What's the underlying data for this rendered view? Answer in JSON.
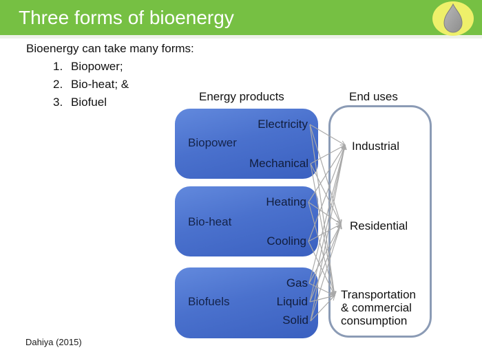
{
  "slide": {
    "title": "Three forms of bioenergy",
    "intro": "Bioenergy can take many forms:",
    "list": [
      {
        "num": "1.",
        "text": "Biopower;"
      },
      {
        "num": "2.",
        "text": "Bio-heat; &"
      },
      {
        "num": "3.",
        "text": "Biofuel"
      }
    ],
    "footer": "Dahiya (2015)"
  },
  "diagram": {
    "left_column_header": "Energy products",
    "right_column_header": "End uses",
    "products": [
      {
        "name": "Biopower",
        "outputs": [
          "Electricity",
          "Mechanical"
        ]
      },
      {
        "name": "Bio-heat",
        "outputs": [
          "Heating",
          "Cooling"
        ]
      },
      {
        "name": "Biofuels",
        "outputs": [
          "Gas",
          "Liquid",
          "Solid"
        ]
      }
    ],
    "end_uses": [
      {
        "id": "industrial",
        "label": "Industrial"
      },
      {
        "id": "residential",
        "label": "Residential"
      },
      {
        "id": "transport",
        "label": "Transportation & commercial consumption"
      }
    ],
    "connections": [
      [
        "electricity",
        "industrial"
      ],
      [
        "electricity",
        "residential"
      ],
      [
        "electricity",
        "transport"
      ],
      [
        "mechanical",
        "industrial"
      ],
      [
        "mechanical",
        "residential"
      ],
      [
        "mechanical",
        "transport"
      ],
      [
        "heating",
        "industrial"
      ],
      [
        "heating",
        "residential"
      ],
      [
        "heating",
        "transport"
      ],
      [
        "cooling",
        "industrial"
      ],
      [
        "cooling",
        "residential"
      ],
      [
        "cooling",
        "transport"
      ],
      [
        "gas",
        "industrial"
      ],
      [
        "gas",
        "residential"
      ],
      [
        "gas",
        "transport"
      ],
      [
        "liquid",
        "industrial"
      ],
      [
        "liquid",
        "residential"
      ],
      [
        "liquid",
        "transport"
      ],
      [
        "solid",
        "industrial"
      ],
      [
        "solid",
        "residential"
      ],
      [
        "solid",
        "transport"
      ]
    ]
  },
  "icons": {
    "logo": "droplet-icon"
  },
  "colors": {
    "header_green": "#76C043",
    "header_strip": "#EDF1E8",
    "title_text": "#FFFFFF",
    "box_blue_top": "#6289DD",
    "box_blue_bottom": "#3A60C0",
    "box_text": "#14234A",
    "endbox_border": "#8B9BB5",
    "connector_gray": "#A9A9A9",
    "logo_yellow": "#EEF06A",
    "logo_droplet_gray": "#9A9A9A",
    "body_text": "#111111"
  }
}
